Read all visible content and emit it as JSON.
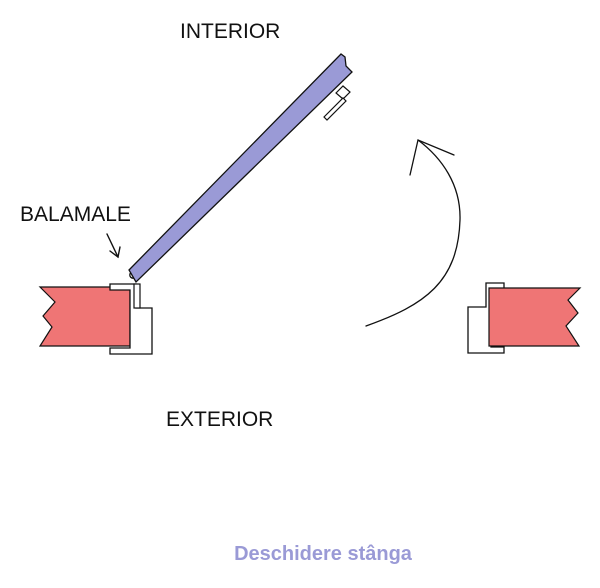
{
  "labels": {
    "interior": "INTERIOR",
    "exterior": "EXTERIOR",
    "hinges": "BALAMALE",
    "caption": "Deschidere stânga"
  },
  "colors": {
    "door_leaf": "#9a9ad6",
    "wall": "#ef7575",
    "caption": "#9a9ad6",
    "outline": "#111111"
  },
  "icons": {
    "hinge_pointer": "arrow-down-right-icon",
    "opening_direction": "curved-arrow-icon"
  }
}
